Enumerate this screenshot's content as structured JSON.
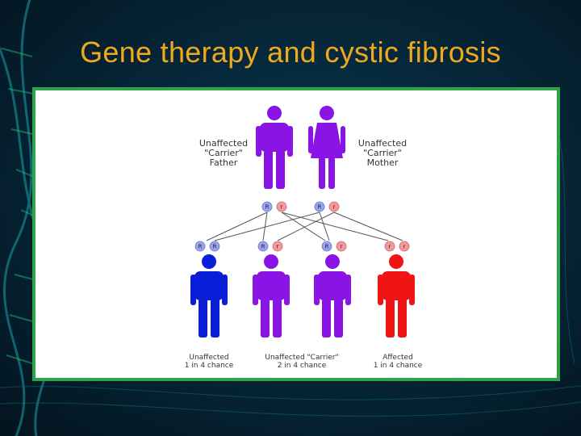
{
  "title": "Gene therapy and cystic fibrosis",
  "colors": {
    "title": "#f0a81c",
    "frame_border": "#2fa34a",
    "purple": "#8a14e6",
    "blue": "#0a1ed8",
    "red": "#f01414",
    "allele_dominant": "#9aa3f0",
    "allele_recessive": "#f29a9a"
  },
  "parents": {
    "father": {
      "line1": "Unaffected",
      "line2": "\"Carrier\"",
      "line3": "Father",
      "alleles": [
        "R",
        "r"
      ]
    },
    "mother": {
      "line1": "Unaffected",
      "line2": "\"Carrier\"",
      "line3": "Mother",
      "alleles": [
        "R",
        "r"
      ]
    }
  },
  "children": [
    {
      "line1": "Unaffected",
      "line2": "1 in 4 chance",
      "alleles": [
        "R",
        "R"
      ],
      "color": "blue"
    },
    {
      "line1": "Unaffected \"Carrier\"",
      "line2": "2 in 4 chance",
      "alleles": [
        "R",
        "r"
      ],
      "color": "purple"
    },
    {
      "alleles": [
        "R",
        "r"
      ],
      "color": "purple"
    },
    {
      "line1": "Affected",
      "line2": "1 in 4 chance",
      "alleles": [
        "r",
        "r"
      ],
      "color": "red"
    }
  ]
}
